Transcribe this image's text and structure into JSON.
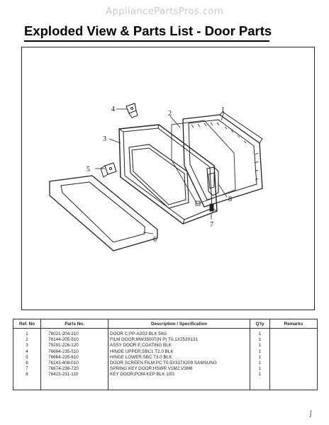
{
  "watermark": "AppliancePartsPros.com",
  "title": "Exploded View & Parts List - Door Parts",
  "callouts": [
    "1",
    "2",
    "3",
    "4",
    "5",
    "6",
    "7",
    "8"
  ],
  "table": {
    "headers": [
      "Ref. No",
      "Parts No.",
      "Description / Specification",
      "Q'ty",
      "Remarks"
    ],
    "rows": [
      {
        "ref": "1",
        "part": "78021-204-310",
        "desc": "DOOR C;PP-A3S3 BLK 50G",
        "qty": "1",
        "remarks": ""
      },
      {
        "ref": "2",
        "part": "76144-205-910",
        "desc": "FILM DOOR;MW3500T(N P) T0.1X253X131",
        "qty": "1",
        "remarks": ""
      },
      {
        "ref": "3",
        "part": "79291-226-120",
        "desc": "ASSY DOOR E;COATING BLK",
        "qty": "1",
        "remarks": ""
      },
      {
        "ref": "4",
        "part": "76664-235-510",
        "desc": "HINGE UPPER;SBC1 T2.0 BLK",
        "qty": "1",
        "remarks": ""
      },
      {
        "ref": "5",
        "part": "76664-235-610",
        "desc": "HINGE LOWER;SBC T3.0 BLK",
        "qty": "1",
        "remarks": ""
      },
      {
        "ref": "6",
        "part": "76143-408-010",
        "desc": "DOOR SCREEN FILM;PC T0.5X337X209 SAMSUNG",
        "qty": "1",
        "remarks": ""
      },
      {
        "ref": "7",
        "part": "76674-238-720",
        "desc": "SPRING KEY DOOR;HSWR V1M2,V3M6",
        "qty": "1",
        "remarks": ""
      },
      {
        "ref": "8",
        "part": "76423-231-110",
        "desc": "KEY DOOR;POM-KEP BLK 10G",
        "qty": "1",
        "remarks": ""
      }
    ]
  },
  "page_mark": "ʃ"
}
